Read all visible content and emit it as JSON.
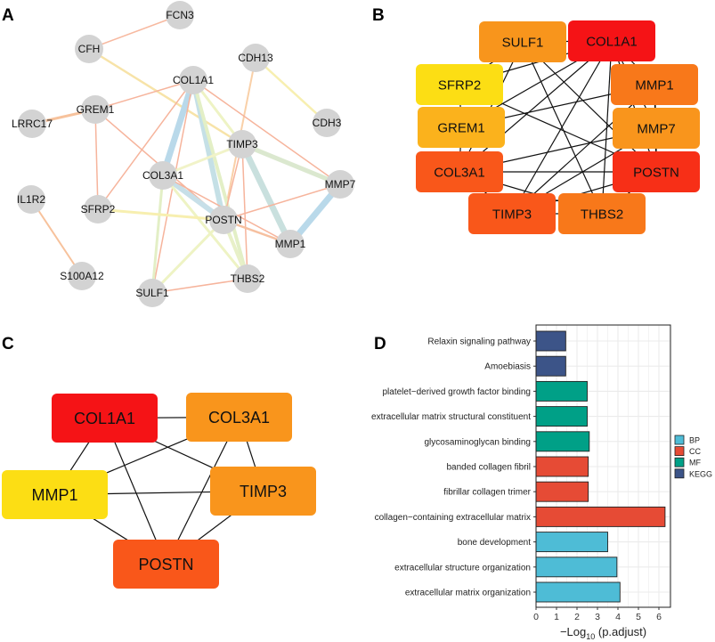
{
  "panels": {
    "a": "A",
    "b": "B",
    "c": "C",
    "d": "D"
  },
  "panel_a": {
    "nodes": [
      "FCN3",
      "CFH",
      "CDH13",
      "COL1A1",
      "GREM1",
      "LRRC17",
      "CDH3",
      "TIMP3",
      "COL3A1",
      "MMP7",
      "IL1R2",
      "SFRP2",
      "POSTN",
      "MMP1",
      "S100A12",
      "THBS2",
      "SULF1"
    ],
    "edges": [
      [
        "FCN3",
        "CFH",
        "#f7b9a0",
        1.5
      ],
      [
        "CFH",
        "TIMP3",
        "#f7e3a8",
        2.5
      ],
      [
        "CDH13",
        "CDH3",
        "#f7efb0",
        2.5
      ],
      [
        "CDH13",
        "POSTN",
        "#f9d0a8",
        2
      ],
      [
        "COL1A1",
        "GREM1",
        "#f6b49c",
        1.5
      ],
      [
        "COL1A1",
        "COL3A1",
        "#b9d9ea",
        7
      ],
      [
        "COL1A1",
        "POSTN",
        "#c5e0e6",
        6
      ],
      [
        "COL1A1",
        "SFRP2",
        "#f6b49c",
        1.5
      ],
      [
        "COL1A1",
        "SULF1",
        "#f6b49c",
        1.5
      ],
      [
        "COL1A1",
        "MMP7",
        "#f6b49c",
        1.5
      ],
      [
        "COL1A1",
        "THBS2",
        "#e3efc6",
        4
      ],
      [
        "COL1A1",
        "TIMP3",
        "#eef3c4",
        3
      ],
      [
        "GREM1",
        "LRRC17",
        "#f7c29c",
        3
      ],
      [
        "GREM1",
        "SFRP2",
        "#f6b49c",
        1.5
      ],
      [
        "GREM1",
        "POSTN",
        "#f6b49c",
        1.5
      ],
      [
        "TIMP3",
        "COL3A1",
        "#f1f3c8",
        3
      ],
      [
        "TIMP3",
        "MMP7",
        "#dbe8cf",
        5
      ],
      [
        "TIMP3",
        "MMP1",
        "#c9e0de",
        7
      ],
      [
        "TIMP3",
        "POSTN",
        "#f6b49c",
        1.5
      ],
      [
        "TIMP3",
        "THBS2",
        "#f6b49c",
        1.5
      ],
      [
        "COL3A1",
        "POSTN",
        "#c7dfe8",
        6
      ],
      [
        "COL3A1",
        "SULF1",
        "#e3efc6",
        3
      ],
      [
        "COL3A1",
        "THBS2",
        "#eef3c4",
        3
      ],
      [
        "COL3A1",
        "MMP1",
        "#f6b49c",
        1.5
      ],
      [
        "MMP7",
        "MMP1",
        "#b9d9ea",
        7
      ],
      [
        "MMP7",
        "POSTN",
        "#f6b49c",
        1.5
      ],
      [
        "SFRP2",
        "POSTN",
        "#f7efb0",
        3
      ],
      [
        "POSTN",
        "MMP1",
        "#f6c0a0",
        2.5
      ],
      [
        "POSTN",
        "SULF1",
        "#eef3c4",
        3
      ],
      [
        "POSTN",
        "THBS2",
        "#e8f0c8",
        4
      ],
      [
        "IL1R2",
        "S100A12",
        "#f7c29c",
        2
      ],
      [
        "SULF1",
        "THBS2",
        "#f6b49c",
        1.5
      ]
    ]
  },
  "panel_b": {
    "nodes": [
      {
        "label": "SULF1",
        "color": "#f8951c"
      },
      {
        "label": "COL1A1",
        "color": "#f51316"
      },
      {
        "label": "SFRP2",
        "color": "#fcde14"
      },
      {
        "label": "MMP1",
        "color": "#f8781a"
      },
      {
        "label": "GREM1",
        "color": "#fbb21c"
      },
      {
        "label": "MMP7",
        "color": "#f9951c"
      },
      {
        "label": "COL3A1",
        "color": "#f9571a"
      },
      {
        "label": "POSTN",
        "color": "#f72f17"
      },
      {
        "label": "TIMP3",
        "color": "#f9571a"
      },
      {
        "label": "THBS2",
        "color": "#f8781a"
      }
    ],
    "edges": [
      [
        "SULF1",
        "COL1A1"
      ],
      [
        "SULF1",
        "SFRP2"
      ],
      [
        "SULF1",
        "COL3A1"
      ],
      [
        "SULF1",
        "THBS2"
      ],
      [
        "SULF1",
        "POSTN"
      ],
      [
        "COL1A1",
        "SFRP2"
      ],
      [
        "COL1A1",
        "GREM1"
      ],
      [
        "COL1A1",
        "TIMP3"
      ],
      [
        "COL1A1",
        "THBS2"
      ],
      [
        "COL1A1",
        "MMP1"
      ],
      [
        "COL1A1",
        "MMP7"
      ],
      [
        "COL1A1",
        "POSTN"
      ],
      [
        "COL1A1",
        "COL3A1"
      ],
      [
        "SFRP2",
        "GREM1"
      ],
      [
        "SFRP2",
        "POSTN"
      ],
      [
        "GREM1",
        "COL3A1"
      ],
      [
        "GREM1",
        "MMP1"
      ],
      [
        "COL3A1",
        "POSTN"
      ],
      [
        "COL3A1",
        "TIMP3"
      ],
      [
        "COL3A1",
        "THBS2"
      ],
      [
        "COL3A1",
        "MMP7"
      ],
      [
        "MMP1",
        "MMP7"
      ],
      [
        "MMP1",
        "POSTN"
      ],
      [
        "MMP1",
        "TIMP3"
      ],
      [
        "MMP7",
        "POSTN"
      ],
      [
        "MMP7",
        "TIMP3"
      ],
      [
        "POSTN",
        "THBS2"
      ],
      [
        "POSTN",
        "TIMP3"
      ],
      [
        "TIMP3",
        "THBS2"
      ]
    ]
  },
  "panel_c": {
    "nodes": [
      {
        "label": "COL1A1",
        "color": "#f51316"
      },
      {
        "label": "COL3A1",
        "color": "#f9951c"
      },
      {
        "label": "MMP1",
        "color": "#fcde14"
      },
      {
        "label": "TIMP3",
        "color": "#f9951c"
      },
      {
        "label": "POSTN",
        "color": "#f9571a"
      }
    ],
    "edges": [
      [
        "COL1A1",
        "COL3A1"
      ],
      [
        "COL1A1",
        "MMP1"
      ],
      [
        "COL1A1",
        "POSTN"
      ],
      [
        "COL1A1",
        "TIMP3"
      ],
      [
        "COL3A1",
        "MMP1"
      ],
      [
        "COL3A1",
        "POSTN"
      ],
      [
        "COL3A1",
        "TIMP3"
      ],
      [
        "MMP1",
        "TIMP3"
      ],
      [
        "MMP1",
        "POSTN"
      ],
      [
        "TIMP3",
        "POSTN"
      ]
    ]
  },
  "chart_data": {
    "type": "bar",
    "orientation": "horizontal",
    "categories": [
      "Relaxin signaling pathway",
      "Amoebiasis",
      "platelet−derived growth factor binding",
      "extracellular matrix structural constituent",
      "glycosaminoglycan binding",
      "banded collagen fibril",
      "fibrillar collagen trimer",
      "collagen−containing extracellular matrix",
      "bone development",
      "extracellular structure organization",
      "extracellular matrix organization"
    ],
    "values": [
      1.45,
      1.45,
      2.5,
      2.5,
      2.6,
      2.55,
      2.55,
      6.3,
      3.5,
      3.95,
      4.1
    ],
    "groups": [
      "KEGG",
      "KEGG",
      "MF",
      "MF",
      "MF",
      "CC",
      "CC",
      "CC",
      "BP",
      "BP",
      "BP"
    ],
    "xlabel_main": "−Log",
    "xlabel_sub": "10",
    "xlabel_rest": " (p.adjust)",
    "xlim": [
      0,
      6.6
    ],
    "xticks": [
      "0",
      "1",
      "2",
      "3",
      "4",
      "5",
      "6"
    ],
    "grid": true,
    "legend": [
      {
        "name": "BP",
        "color": "#4ebcd6"
      },
      {
        "name": "CC",
        "color": "#e64b35"
      },
      {
        "name": "MF",
        "color": "#00a087"
      },
      {
        "name": "KEGG",
        "color": "#3c5488"
      }
    ],
    "legend_position": "right"
  }
}
